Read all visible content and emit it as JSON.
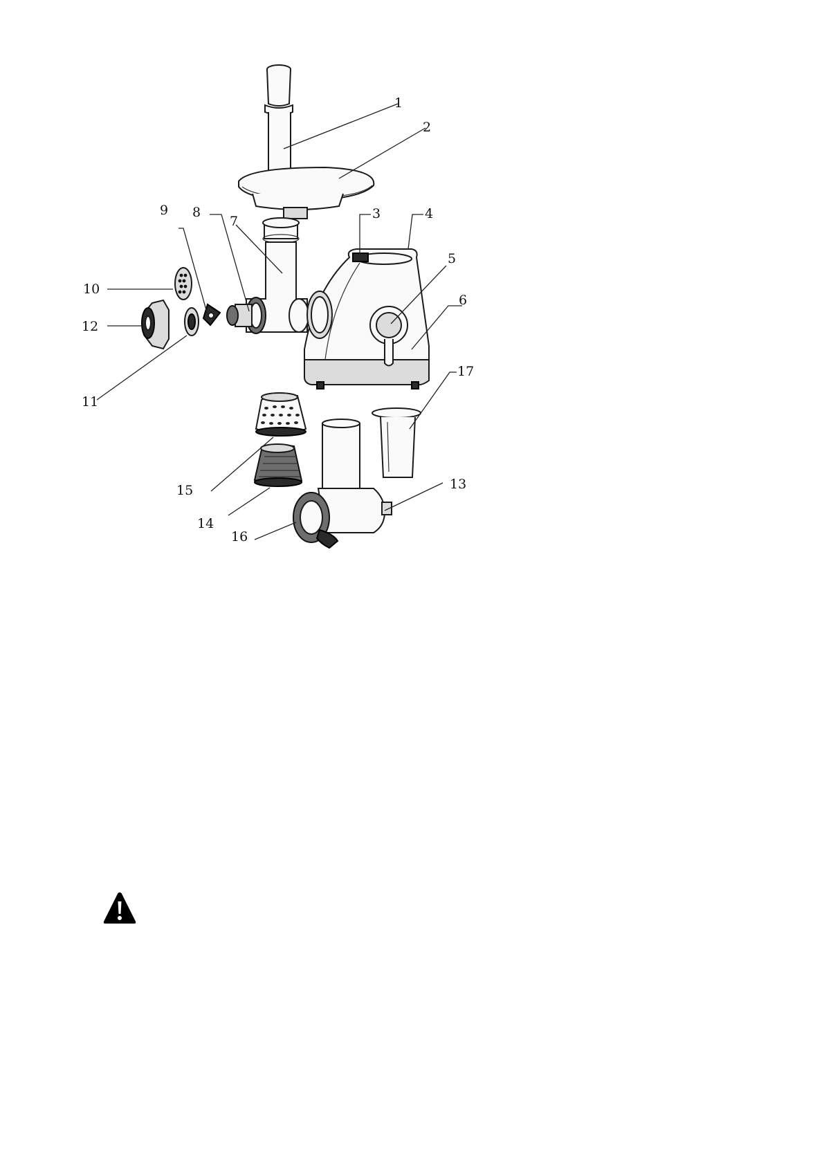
{
  "labels": {
    "p1": "1",
    "p2": "2",
    "p3": "3",
    "p4": "4",
    "p5": "5",
    "p6": "6",
    "p7": "7",
    "p8": "8",
    "p9": "9",
    "p10": "10",
    "p11": "11",
    "p12": "12",
    "p13": "13",
    "p14": "14",
    "p15": "15",
    "p16": "16",
    "p17": "17"
  },
  "icons": {
    "warning": "warning-triangle-icon"
  },
  "colors": {
    "line": "#222222",
    "warning": "#000000"
  }
}
